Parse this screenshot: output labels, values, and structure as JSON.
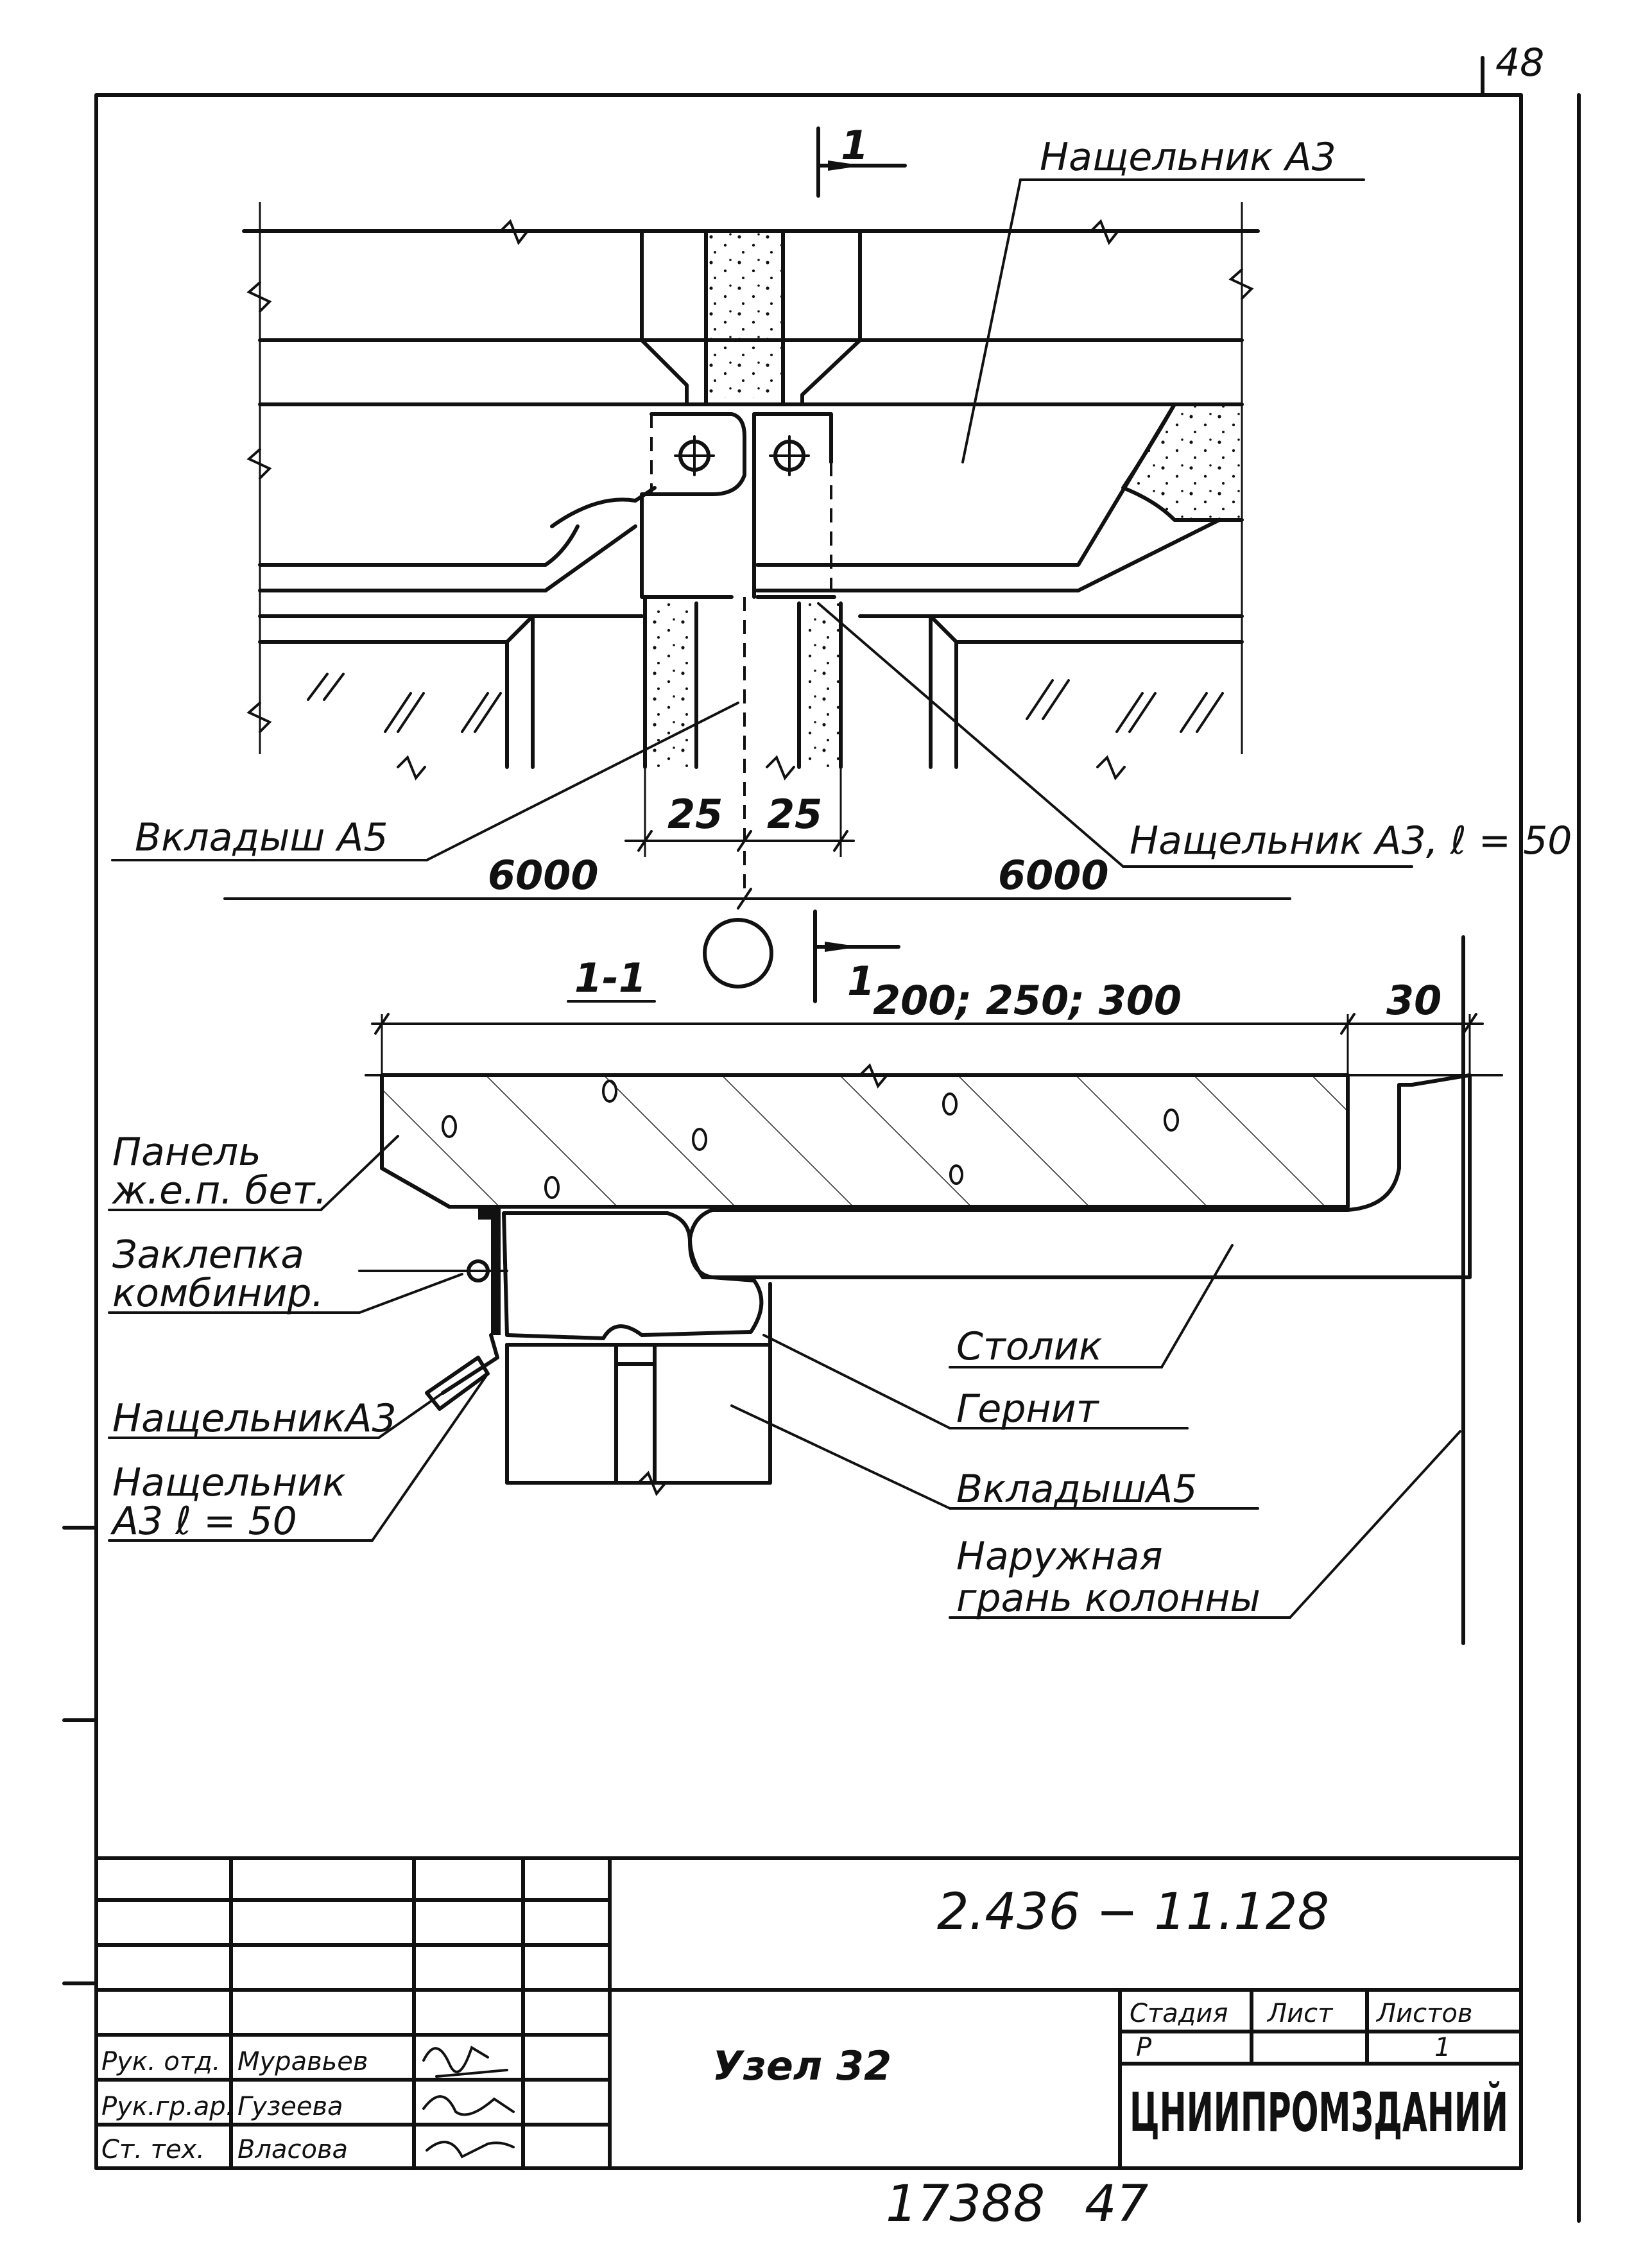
{
  "sheet_number": "48",
  "plan": {
    "section_marker": "1",
    "labels": {
      "batten_a3": "Нащельник А3",
      "insert_a5": "Вкладыш А5",
      "batten_a3_l50": "Нащельник А3, ℓ = 50"
    },
    "dims": {
      "left_gap": "25",
      "right_gap": "25",
      "left_span": "6000",
      "right_span": "6000"
    }
  },
  "section": {
    "title": "1-1",
    "marker": "1",
    "dims": {
      "panel_thickness": "200; 250; 300",
      "gap": "30"
    },
    "labels": {
      "panel_line1": "Панель",
      "panel_line2": "ж.е.п. бет.",
      "rivet_line1": "Заклепка",
      "rivet_line2": "комбинир.",
      "batten_a3": "НащельникА3",
      "batten_a3_l50_line1": "Нащельник",
      "batten_a3_l50_line2": "А3  ℓ = 50",
      "stolik": "Столик",
      "gernit": "Гернит",
      "insert_a5": "ВкладышА5",
      "column_face_line1": "Наружная",
      "column_face_line2": "грань колонны"
    }
  },
  "title_block": {
    "code": "2.436 − 11.128",
    "node_title": "Узел 32",
    "stage_header": "Стадия",
    "sheet_header": "Лист",
    "sheets_header": "Листов",
    "stage_value": "Р",
    "sheet_value": "",
    "sheets_value": "1",
    "organization": "ЦНИИПРОМЗДАНИЙ",
    "signatures": [
      {
        "role": "Рук. отд.",
        "name": "Муравьев"
      },
      {
        "role": "Рук.гр.ар.",
        "name": "Гузеева"
      },
      {
        "role": "Ст. тех.",
        "name": "Власова"
      }
    ]
  },
  "footer": {
    "archive_number": "17388",
    "page": "47"
  }
}
